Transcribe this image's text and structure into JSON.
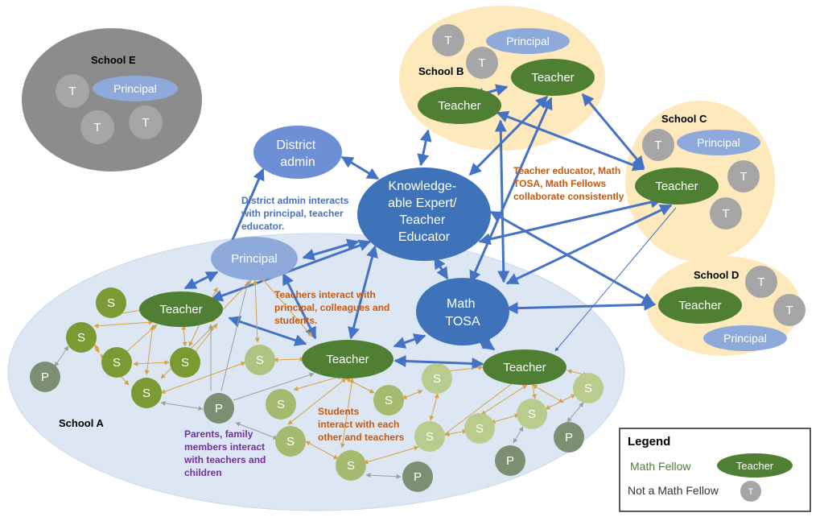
{
  "colors": {
    "teacher_fellow": "#4f7f33",
    "gray_node": "#a6a6a6",
    "principal": "#8eaadb",
    "expert": "#3f73b9",
    "district": "#6d8fd6",
    "student_dark": "#7c9a33",
    "student_light": "#b9cc8d",
    "parent": "#7d8f72",
    "school_A_fill": "#dce7f3",
    "school_bcd_fill": "#fde9bc",
    "school_E_fill": "#8c8c8c",
    "arrow_blue": "#4472c4",
    "arrow_orange": "#d6a243",
    "arrow_gray": "#9e9e9e"
  },
  "schools": {
    "A": "School A",
    "B": "School B",
    "C": "School C",
    "D": "School D",
    "E": "School E"
  },
  "nodes": {
    "district_admin": [
      "District",
      "admin"
    ],
    "expert": [
      "Knowledge-",
      "able Expert/",
      "Teacher",
      "Educator"
    ],
    "math_tosa": [
      "Math",
      "TOSA"
    ],
    "teacher": "Teacher",
    "principal": "Principal",
    "t": "T",
    "s": "S",
    "p": "P"
  },
  "annotations": {
    "collab": [
      "Teacher educator, Math",
      "TOSA, Math Fellows",
      "collaborate consistently"
    ],
    "district": [
      "District admin interacts",
      "with principal, teacher",
      "educator."
    ],
    "teachers": [
      "Teachers interact with",
      "principal, colleagues and",
      "students."
    ],
    "students": [
      "Students",
      "interact with each",
      "other and teachers"
    ],
    "parents": [
      "Parents, family",
      "members interact",
      "with teachers and",
      "children"
    ]
  },
  "legend": {
    "title": "Legend",
    "fellow_label": "Math Fellow",
    "fellow_sample": "Teacher",
    "nonfellow_label": "Not a Math Fellow",
    "nonfellow_sample": "T"
  }
}
